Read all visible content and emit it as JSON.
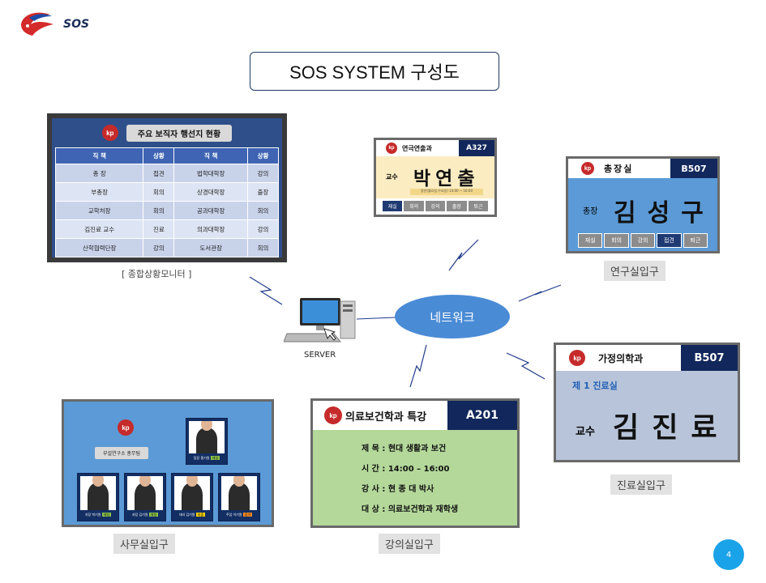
{
  "header": {
    "logo_text": "SOS"
  },
  "title": "SOS SYSTEM 구성도",
  "monitor": {
    "title": "주요 보직자 행선지 현황",
    "headers": [
      "직 책",
      "상황",
      "직 책",
      "상황"
    ],
    "rows": [
      [
        "총 장",
        "접견",
        "법학대학장",
        "강의"
      ],
      [
        "부총장",
        "회의",
        "상경대학장",
        "출장"
      ],
      [
        "교학처장",
        "회의",
        "공과대학장",
        "회의"
      ],
      [
        "김진료 교수",
        "진료",
        "의과대학장",
        "강의"
      ],
      [
        "산학협력단장",
        "강의",
        "도서관장",
        "회의"
      ]
    ],
    "caption": "[ 종합상황모니터 ]"
  },
  "sign_theater": {
    "dept": "연극연출과",
    "room": "A327",
    "role": "교수",
    "name": "박연출",
    "note": "중연(월요일,수요일) 14:00 ~ 16:00",
    "statuses": [
      "재실",
      "회의",
      "강의",
      "출장",
      "퇴근"
    ]
  },
  "sign_president": {
    "dept": "총장실",
    "room": "B507",
    "role": "총장",
    "name": "김성구",
    "statuses": [
      "재실",
      "회의",
      "강의",
      "접견",
      "퇴근"
    ],
    "caption": "연구실입구"
  },
  "sign_clinic": {
    "dept": "가정의학과",
    "room": "B507",
    "sub": "제 1 진료실",
    "role": "교수",
    "name": "김진료",
    "caption": "진료실입구"
  },
  "sign_lecture": {
    "dept": "의료보건학과 특강",
    "room": "A201",
    "lines": [
      "제 목 : 현대 생활과 보건",
      "시 간 : 14:00 – 16:00",
      "강 사 : 현 종 대 박사",
      "대 상 : 의료보건학과 재학생"
    ],
    "caption": "강의실입구"
  },
  "sign_office": {
    "team": "부설연구소 총무팀",
    "head": {
      "name": "팀장 홍기원",
      "status": "재실"
    },
    "staff": [
      {
        "name": "차장 박기원",
        "status": "재실"
      },
      {
        "name": "과장 김기원",
        "status": "재실"
      },
      {
        "name": "대리 김기원",
        "status": "외출"
      },
      {
        "name": "주임 이기원",
        "status": "휴가"
      }
    ],
    "caption": "사무실입구"
  },
  "server_label": "SERVER",
  "network_label": "네트워크",
  "page_number": "4",
  "colors": {
    "navy": "#12285c",
    "sign_blue": "#5b9ad6",
    "network_blue": "#4a8bd6",
    "lecture_green": "#b4d89a",
    "theater_yellow": "#fbecc2",
    "page_badge": "#1aa3e8"
  }
}
